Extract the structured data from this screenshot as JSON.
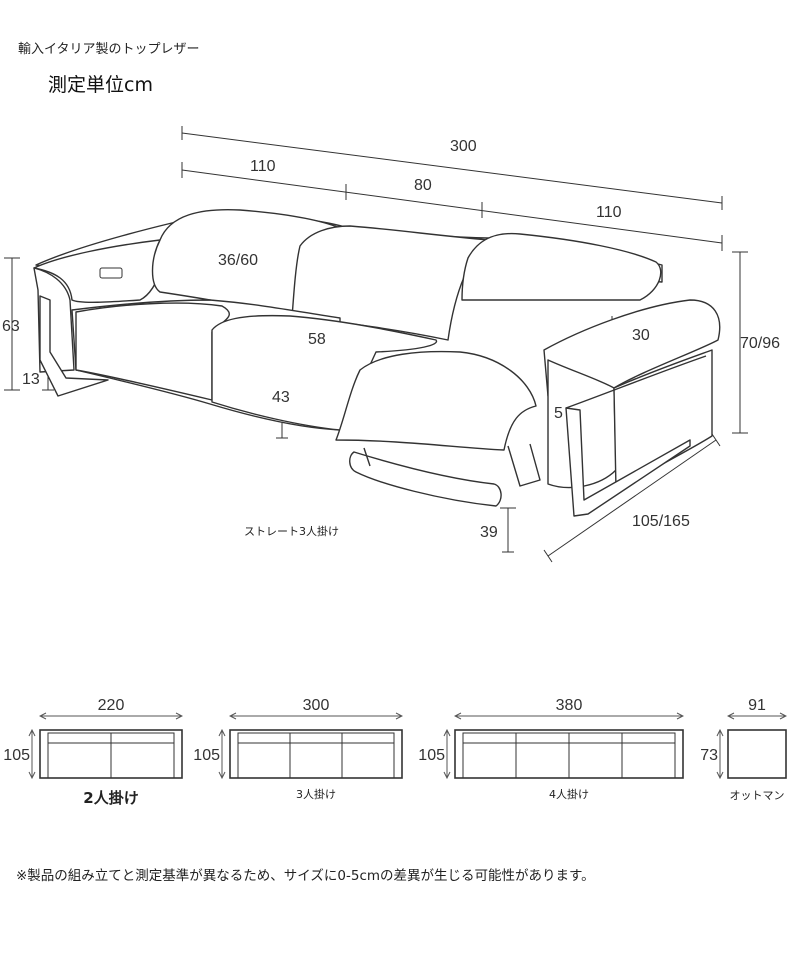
{
  "header": {
    "material": "輸入イタリア製のトップレザー",
    "unit_note": "測定単位cm"
  },
  "main_view": {
    "caption": "ストレート3人掛け",
    "dimensions": {
      "total_width": "300",
      "left_section": "110",
      "middle_section": "80",
      "right_section": "110",
      "back_height": "36/60",
      "seat_depth": "58",
      "seat_height": "43",
      "arm_height": "63",
      "leg_height": "13",
      "arm_width": "30",
      "frame_offset": "5",
      "total_height": "70/96",
      "depth": "105/165",
      "footrest_height": "39"
    }
  },
  "plans": [
    {
      "id": "two-seat",
      "width": "220",
      "depth": "105",
      "label": "2人掛け",
      "seats": 2
    },
    {
      "id": "three-seat",
      "width": "300",
      "depth": "105",
      "label": "3人掛け",
      "seats": 3
    },
    {
      "id": "four-seat",
      "width": "380",
      "depth": "105",
      "label": "4人掛け",
      "seats": 4
    },
    {
      "id": "ottoman",
      "width": "91",
      "depth": "73",
      "label": "オットマン",
      "seats": 1
    }
  ],
  "footer": {
    "note": "※製品の組み立てと測定基準が異なるため、サイズに0-5cmの差異が生じる可能性があります。"
  },
  "colors": {
    "line": "#333333",
    "frame": "#444444"
  }
}
